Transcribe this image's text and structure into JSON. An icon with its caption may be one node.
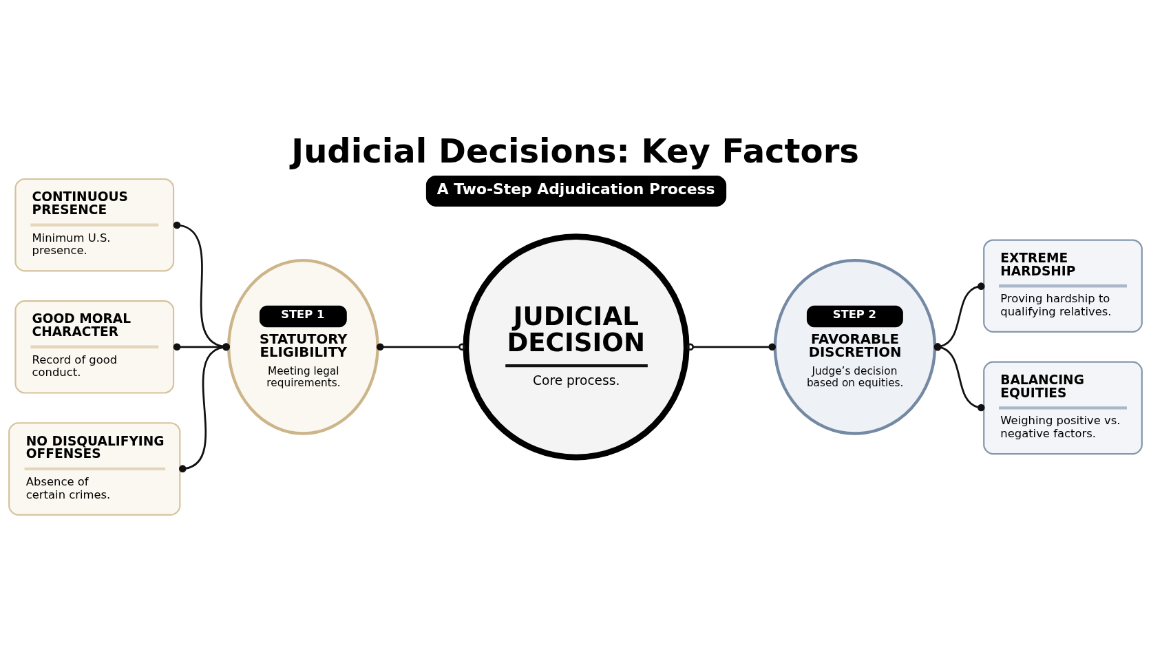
{
  "diagram": {
    "title": "Judicial Decisions: Key Factors",
    "nodes": [
      {
        "text": [
          "A Two-Step Adjudication Process"
        ]
      },
      {
        "text": [
          "CONTINUOUS PRESENCE",
          "Minimum U.S. presence."
        ]
      },
      {
        "text": [
          "GOOD MORAL CHARACTER",
          "Record of good conduct."
        ]
      },
      {
        "text": [
          "NO DISQUALIFYING OFFENSES",
          "Absence of certain crimes."
        ]
      },
      {
        "text": [
          "STEP 1",
          "STATUTORY ELIGIBILITY",
          "Meeting legal requirements."
        ]
      },
      {
        "text": [
          "JUDICIAL DECISION",
          "Core process."
        ]
      },
      {
        "text": [
          "STEP 2",
          "FAVORABLE DISCRETION",
          "Judge’s decision based on equities."
        ]
      },
      {
        "text": [
          "EXTREME HARDSHIP",
          "Proving hardship to qualifying relatives."
        ]
      },
      {
        "text": [
          "BALANCING EQUITIES",
          "Weighing positive vs. negative factors."
        ]
      }
    ],
    "edges": [
      {
        "from": 1,
        "to": 4,
        "arrow": "other"
      },
      {
        "from": 2,
        "to": 4,
        "arrow": "other"
      },
      {
        "from": 3,
        "to": 4,
        "arrow": "other"
      },
      {
        "from": 4,
        "to": 5,
        "arrow": "other"
      },
      {
        "from": 5,
        "to": 6,
        "arrow": "other"
      },
      {
        "from": 6,
        "to": 7,
        "arrow": "other"
      },
      {
        "from": 6,
        "to": 8,
        "arrow": "other"
      }
    ]
  }
}
